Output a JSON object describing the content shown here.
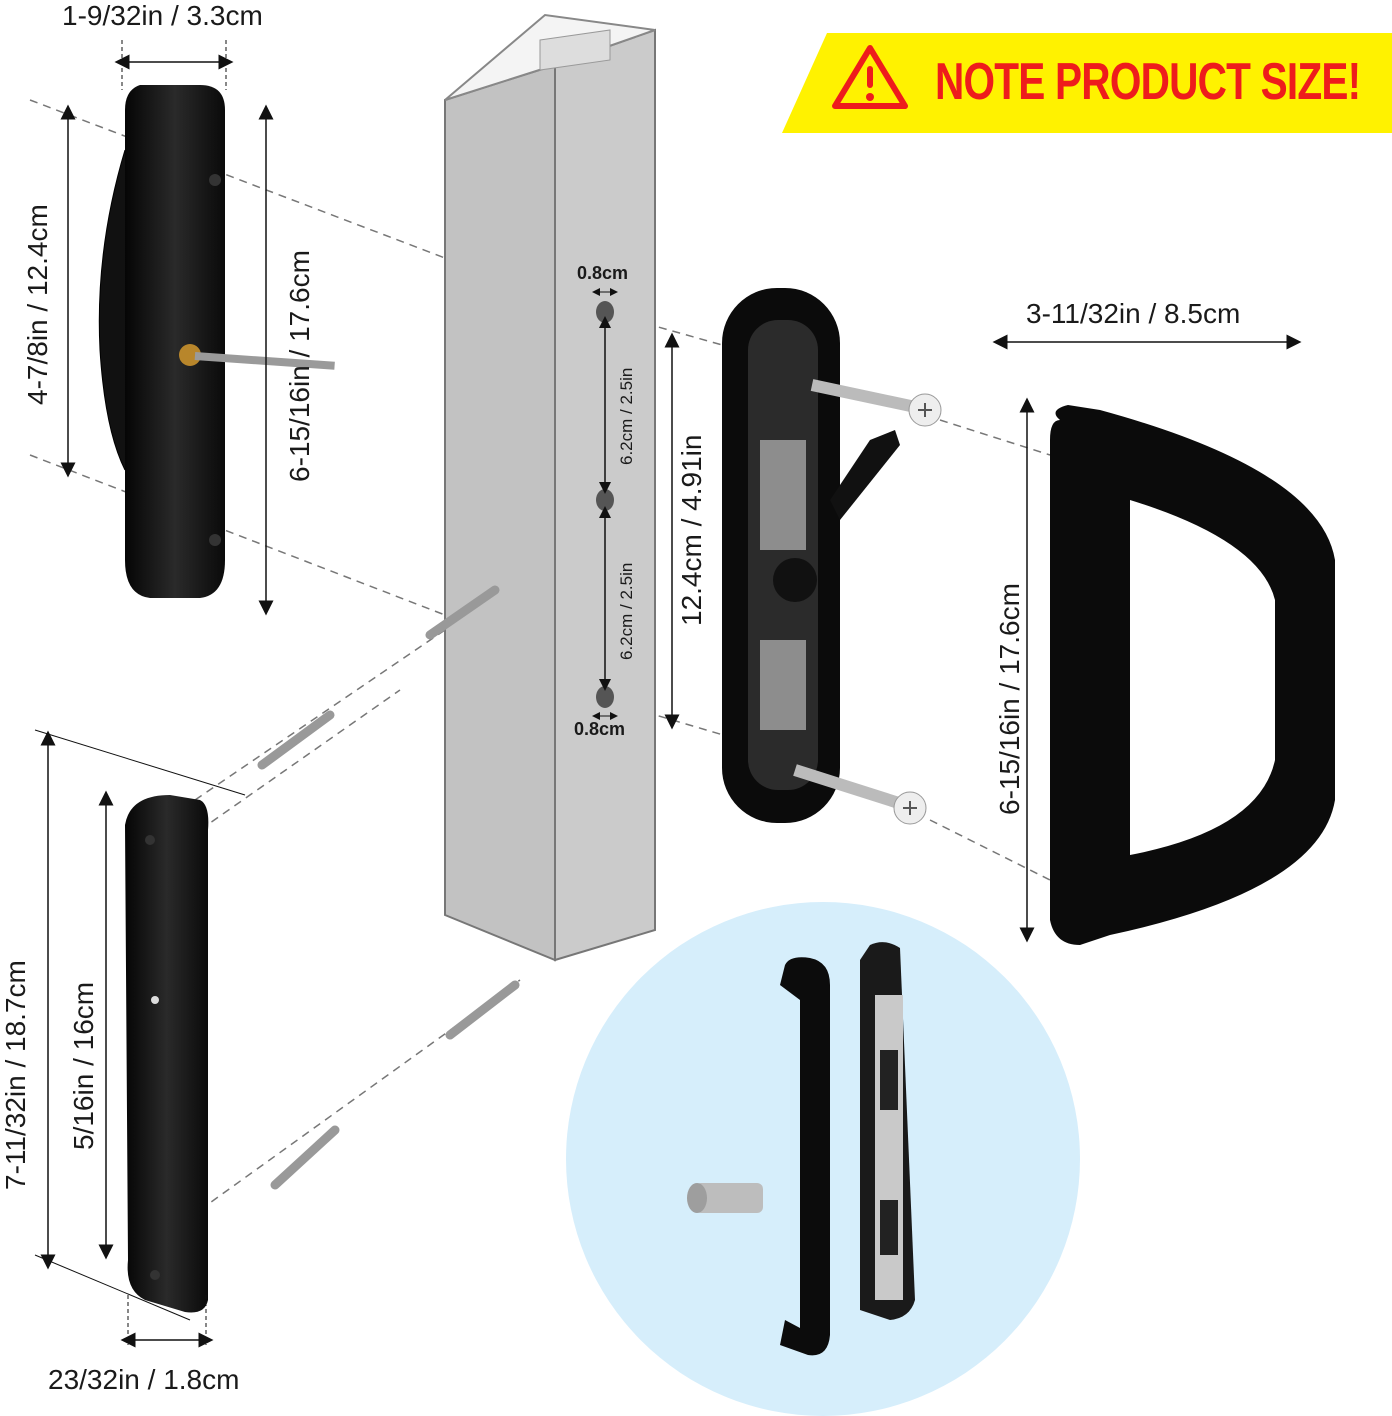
{
  "banner": {
    "text": "NOTE PRODUCT SIZE!",
    "icon": "warning-triangle-icon",
    "background_color": "#fff200",
    "text_color": "#ee1c1c"
  },
  "components": {
    "interior_handle": {
      "width_label": "1-9/32in / 3.3cm",
      "hole_spacing_label": "4-7/8in / 12.4cm",
      "height_label": "6-15/16in / 17.6cm"
    },
    "door_frame": {
      "hole_diameter_top": "0.8cm",
      "hole_diameter_bottom": "0.8cm",
      "hole_spacing_upper": "6.2cm / 2.5in",
      "hole_spacing_lower": "6.2cm / 2.5in",
      "total_spacing": "12.4cm / 4.91in"
    },
    "exterior_handle": {
      "width_label": "3-11/32in / 8.5cm",
      "height_label": "6-15/16in / 17.6cm"
    },
    "exterior_pull_plate": {
      "height_label": "7-11/32in / 18.7cm",
      "hole_spacing_label": "5/16in / 16cm",
      "width_label": "23/32in / 1.8cm"
    }
  },
  "inset": {
    "description": "Alternate handle cover, mortise latch plate and spacer screw",
    "background_color": "#d6eefb"
  }
}
